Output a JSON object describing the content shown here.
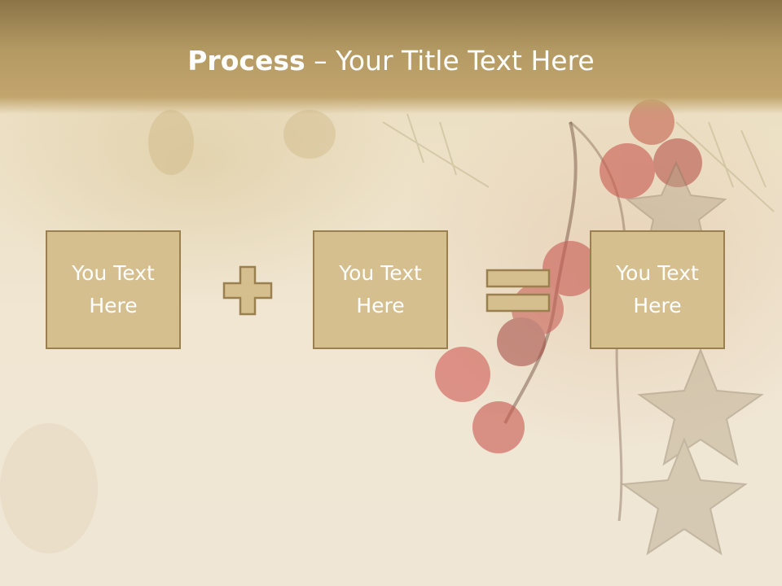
{
  "slide": {
    "title_bold": "Process",
    "title_rest": " – Your Title Text Here"
  },
  "boxes": [
    {
      "text": "You Text Here"
    },
    {
      "text": "You Text Here"
    },
    {
      "text": "You Text Here"
    }
  ],
  "operators": [
    "plus",
    "equals"
  ],
  "colors": {
    "title_band": "#b49a63",
    "box_fill": "#d6bf8e",
    "box_border": "#9a804f",
    "text": "#ffffff"
  }
}
